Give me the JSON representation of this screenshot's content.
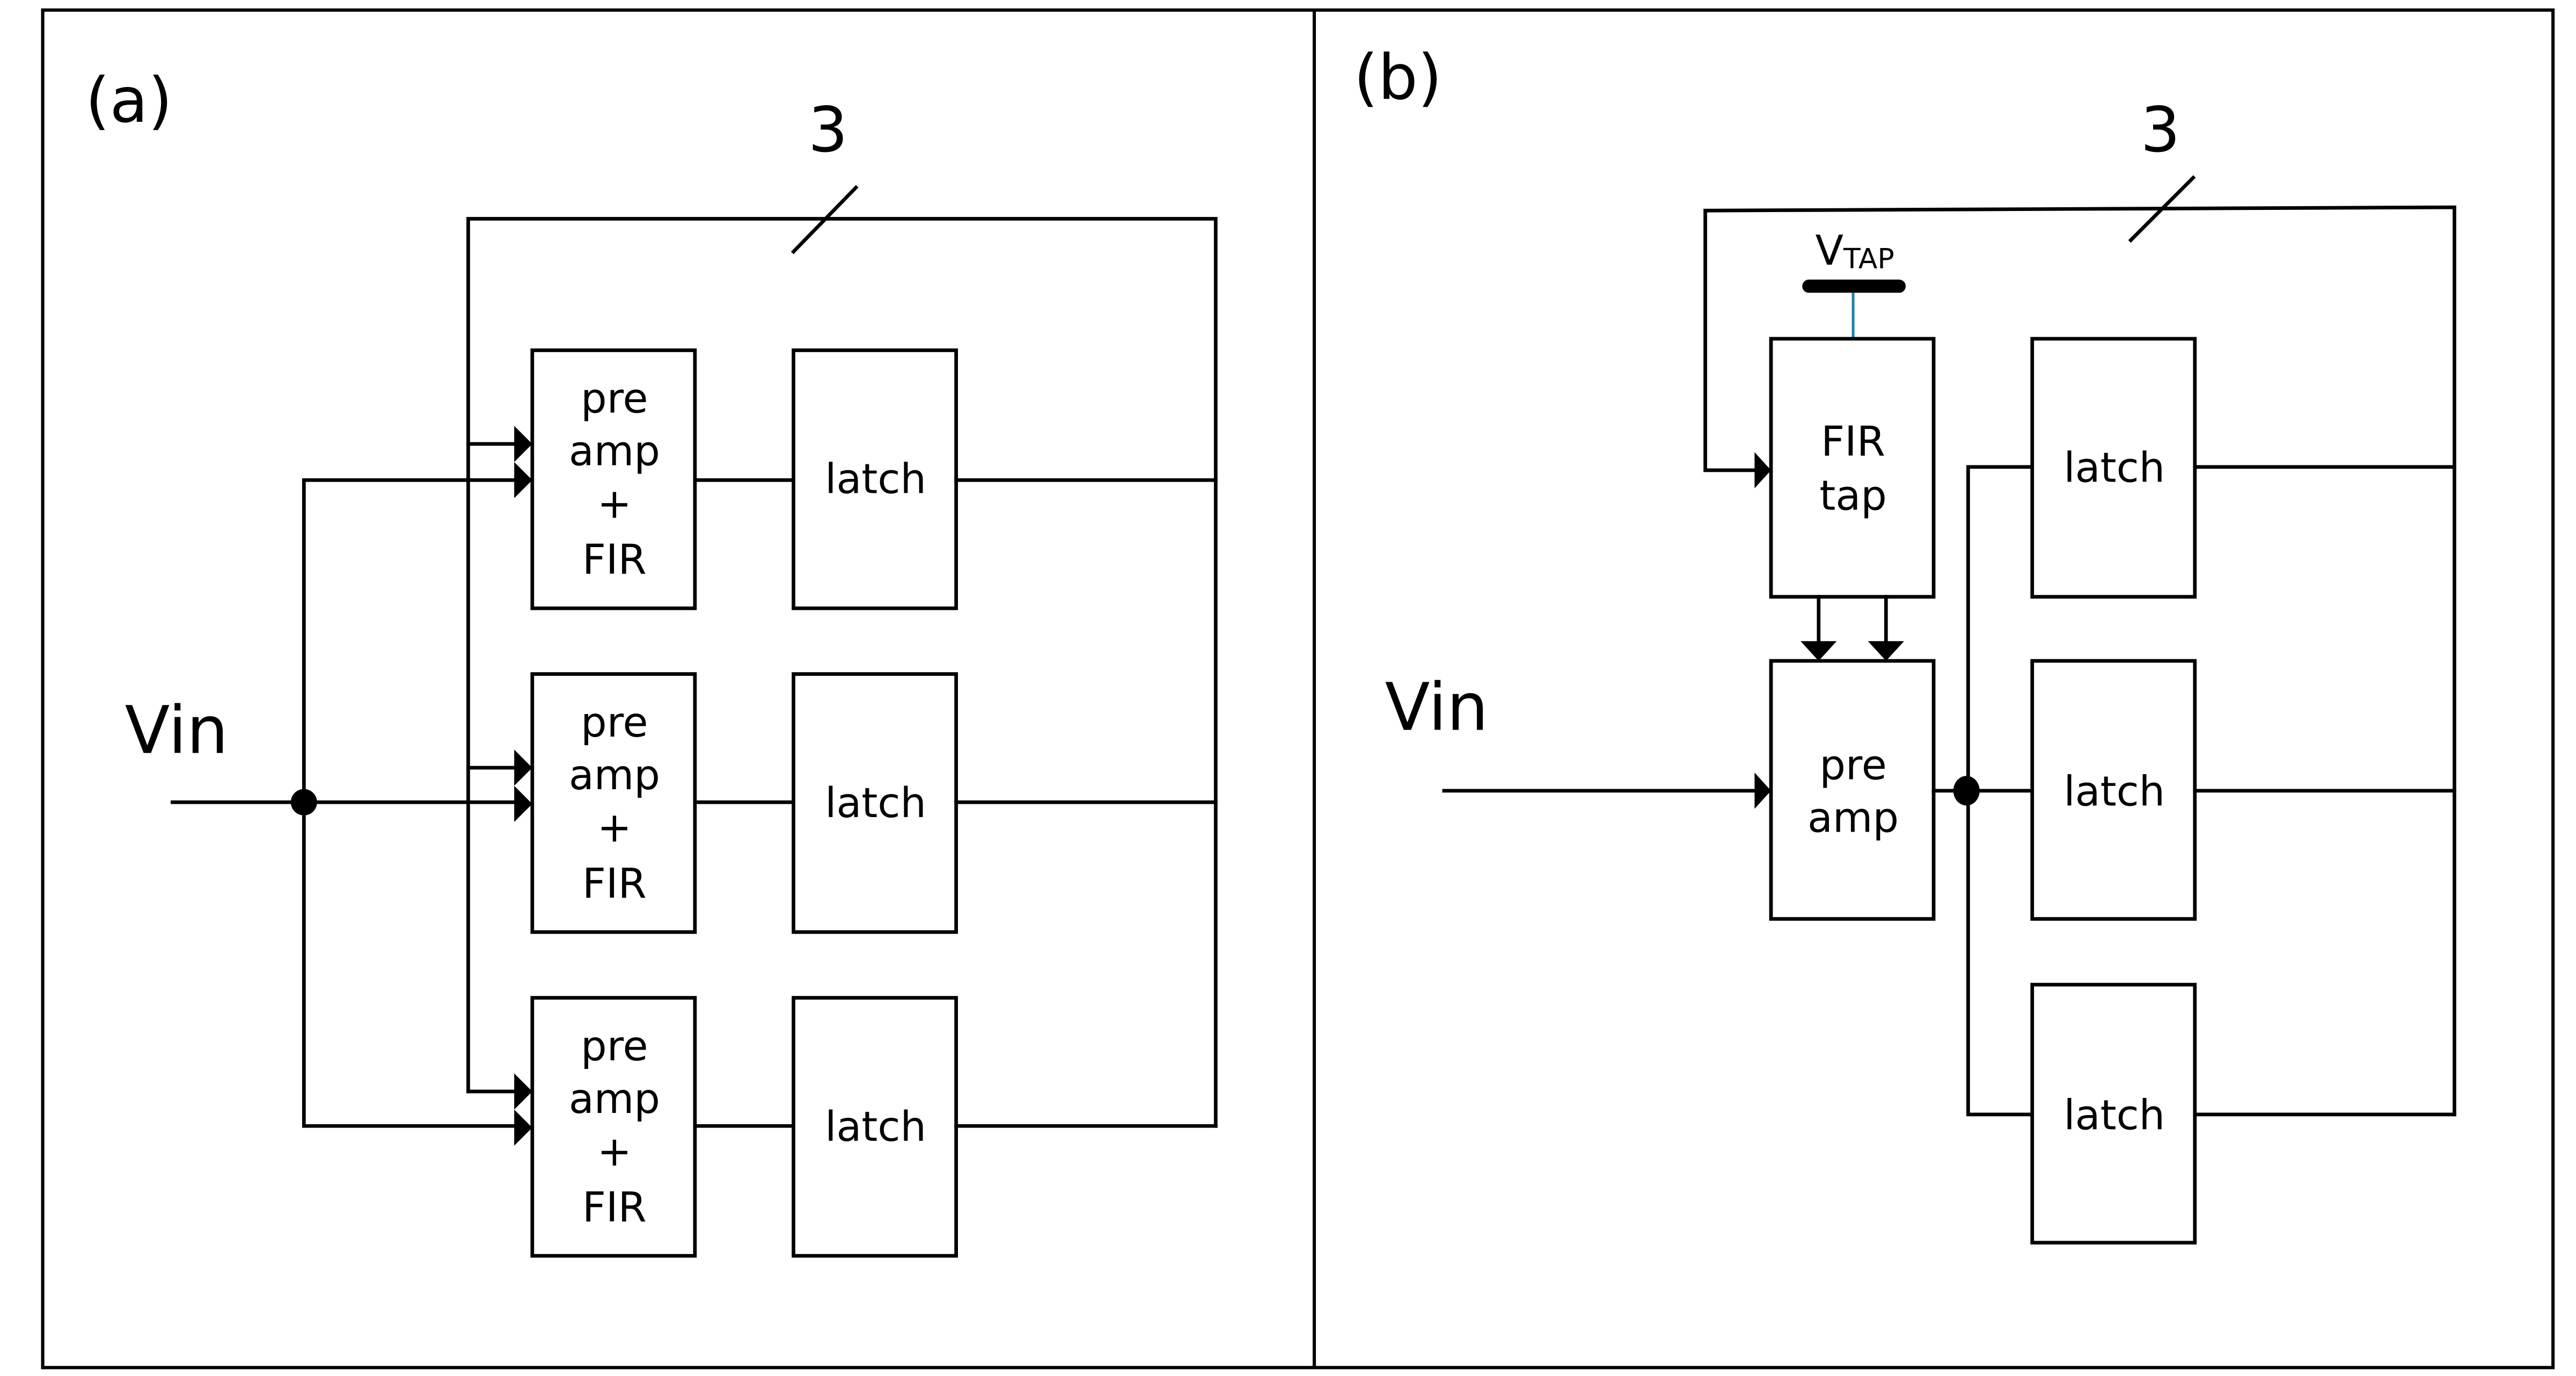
{
  "panels": {
    "a": {
      "label": "(a)",
      "input_label": "Vin",
      "bus_width_label": "3",
      "rows": [
        {
          "block": [
            "pre",
            "amp",
            "+",
            "FIR"
          ],
          "latch": "latch"
        },
        {
          "block": [
            "pre",
            "amp",
            "+",
            "FIR"
          ],
          "latch": "latch"
        },
        {
          "block": [
            "pre",
            "amp",
            "+",
            "FIR"
          ],
          "latch": "latch"
        }
      ]
    },
    "b": {
      "label": "(b)",
      "input_label": "Vin",
      "bus_width_label": "3",
      "vtap": {
        "main": "V",
        "sub": "TAP"
      },
      "fir_tap": [
        "FIR",
        "tap"
      ],
      "preamp": [
        "pre",
        "amp"
      ],
      "latches": [
        "latch",
        "latch",
        "latch"
      ],
      "vtap_wire_color": "#1a7fa8"
    }
  }
}
